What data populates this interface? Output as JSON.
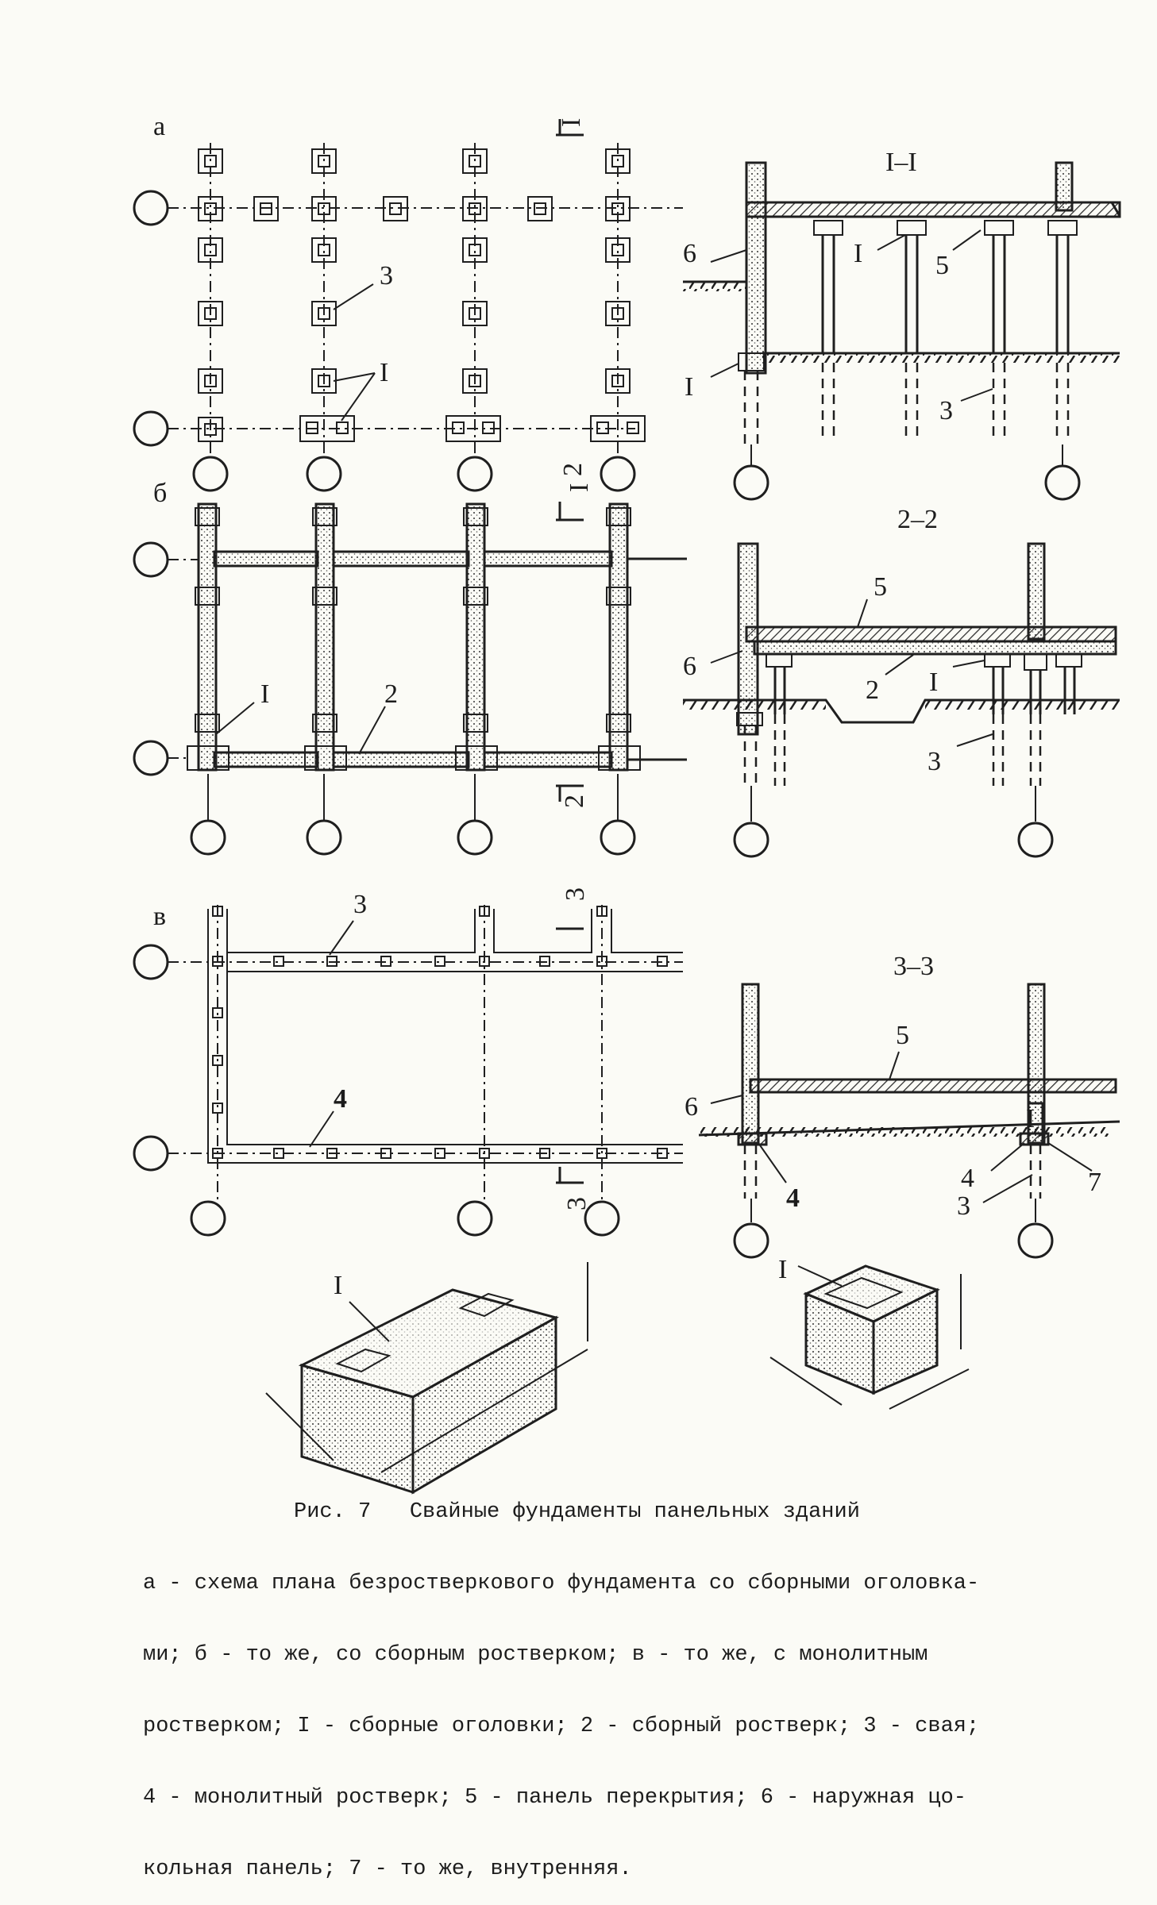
{
  "panel_letters": {
    "a": "а",
    "b": "б",
    "v": "в"
  },
  "section_titles": {
    "s1": "I–I",
    "s2": "2–2",
    "s3": "3–3"
  },
  "cut_marks": {
    "c1": "I",
    "c1b": "I",
    "c2": "2",
    "c2b": "2",
    "c3": "3",
    "c3b": "3"
  },
  "callouts": {
    "n1": "I",
    "n2": "2",
    "n3": "3",
    "n4": "4",
    "n5": "5",
    "n6": "6",
    "n7": "7"
  },
  "caption": {
    "line1": "Рис. 7   Свайные фундаменты панельных зданий",
    "line2": "а - схема плана безростверкового фундамента со сборными оголовка-",
    "line3": "ми; б - то же, со сборным ростверком; в - то же, с монолитным",
    "line4": "ростверком; I - сборные оголовки; 2 - сборный ростверк; 3 - свая;",
    "line5": "4 - монолитный ростверк; 5 - панель перекрытия; 6 - наружная цо-",
    "line6": "кольная панель; 7 - то же, внутренняя."
  }
}
